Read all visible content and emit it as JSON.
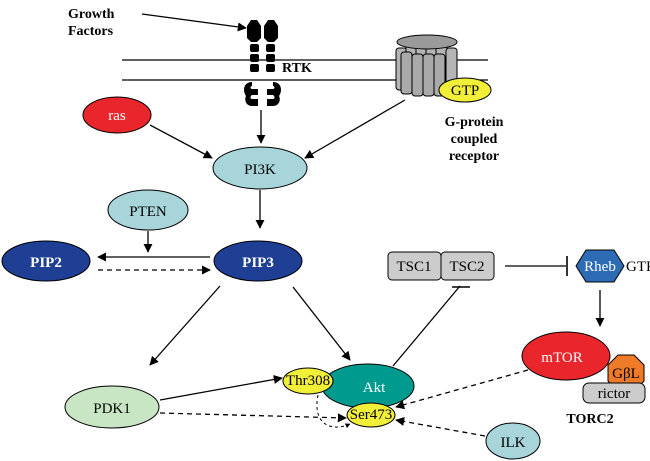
{
  "labels": {
    "growth_factors_line1": "Growth",
    "growth_factors_line2": "Factors",
    "rtk": "RTK",
    "gpcr_gtp": "GTP",
    "gpcr_line1": "G-protein",
    "gpcr_line2": "coupled",
    "gpcr_line3": "receptor",
    "torc2": "TORC2"
  },
  "nodes": {
    "ras": "ras",
    "pi3k": "PI3K",
    "pten": "PTEN",
    "pip2": "PIP2",
    "pip3": "PIP3",
    "tsc1": "TSC1",
    "tsc2": "TSC2",
    "rheb": "Rheb",
    "rheb_gtp": "GTP",
    "pdk1": "PDK1",
    "akt": "Akt",
    "thr308": "Thr308",
    "ser473": "Ser473",
    "mtor": "mTOR",
    "gbl": "GβL",
    "rictor": "rictor",
    "ilk": "ILK"
  },
  "colors": {
    "red": "#e8262b",
    "light_teal": "#a8d5da",
    "navy": "#1e3f94",
    "light_green": "#c9e6c4",
    "teal": "#009a8e",
    "yellow": "#f2ef38",
    "orange": "#ef7a28",
    "gray": "#cccccc",
    "blue": "#2d6cb5"
  }
}
